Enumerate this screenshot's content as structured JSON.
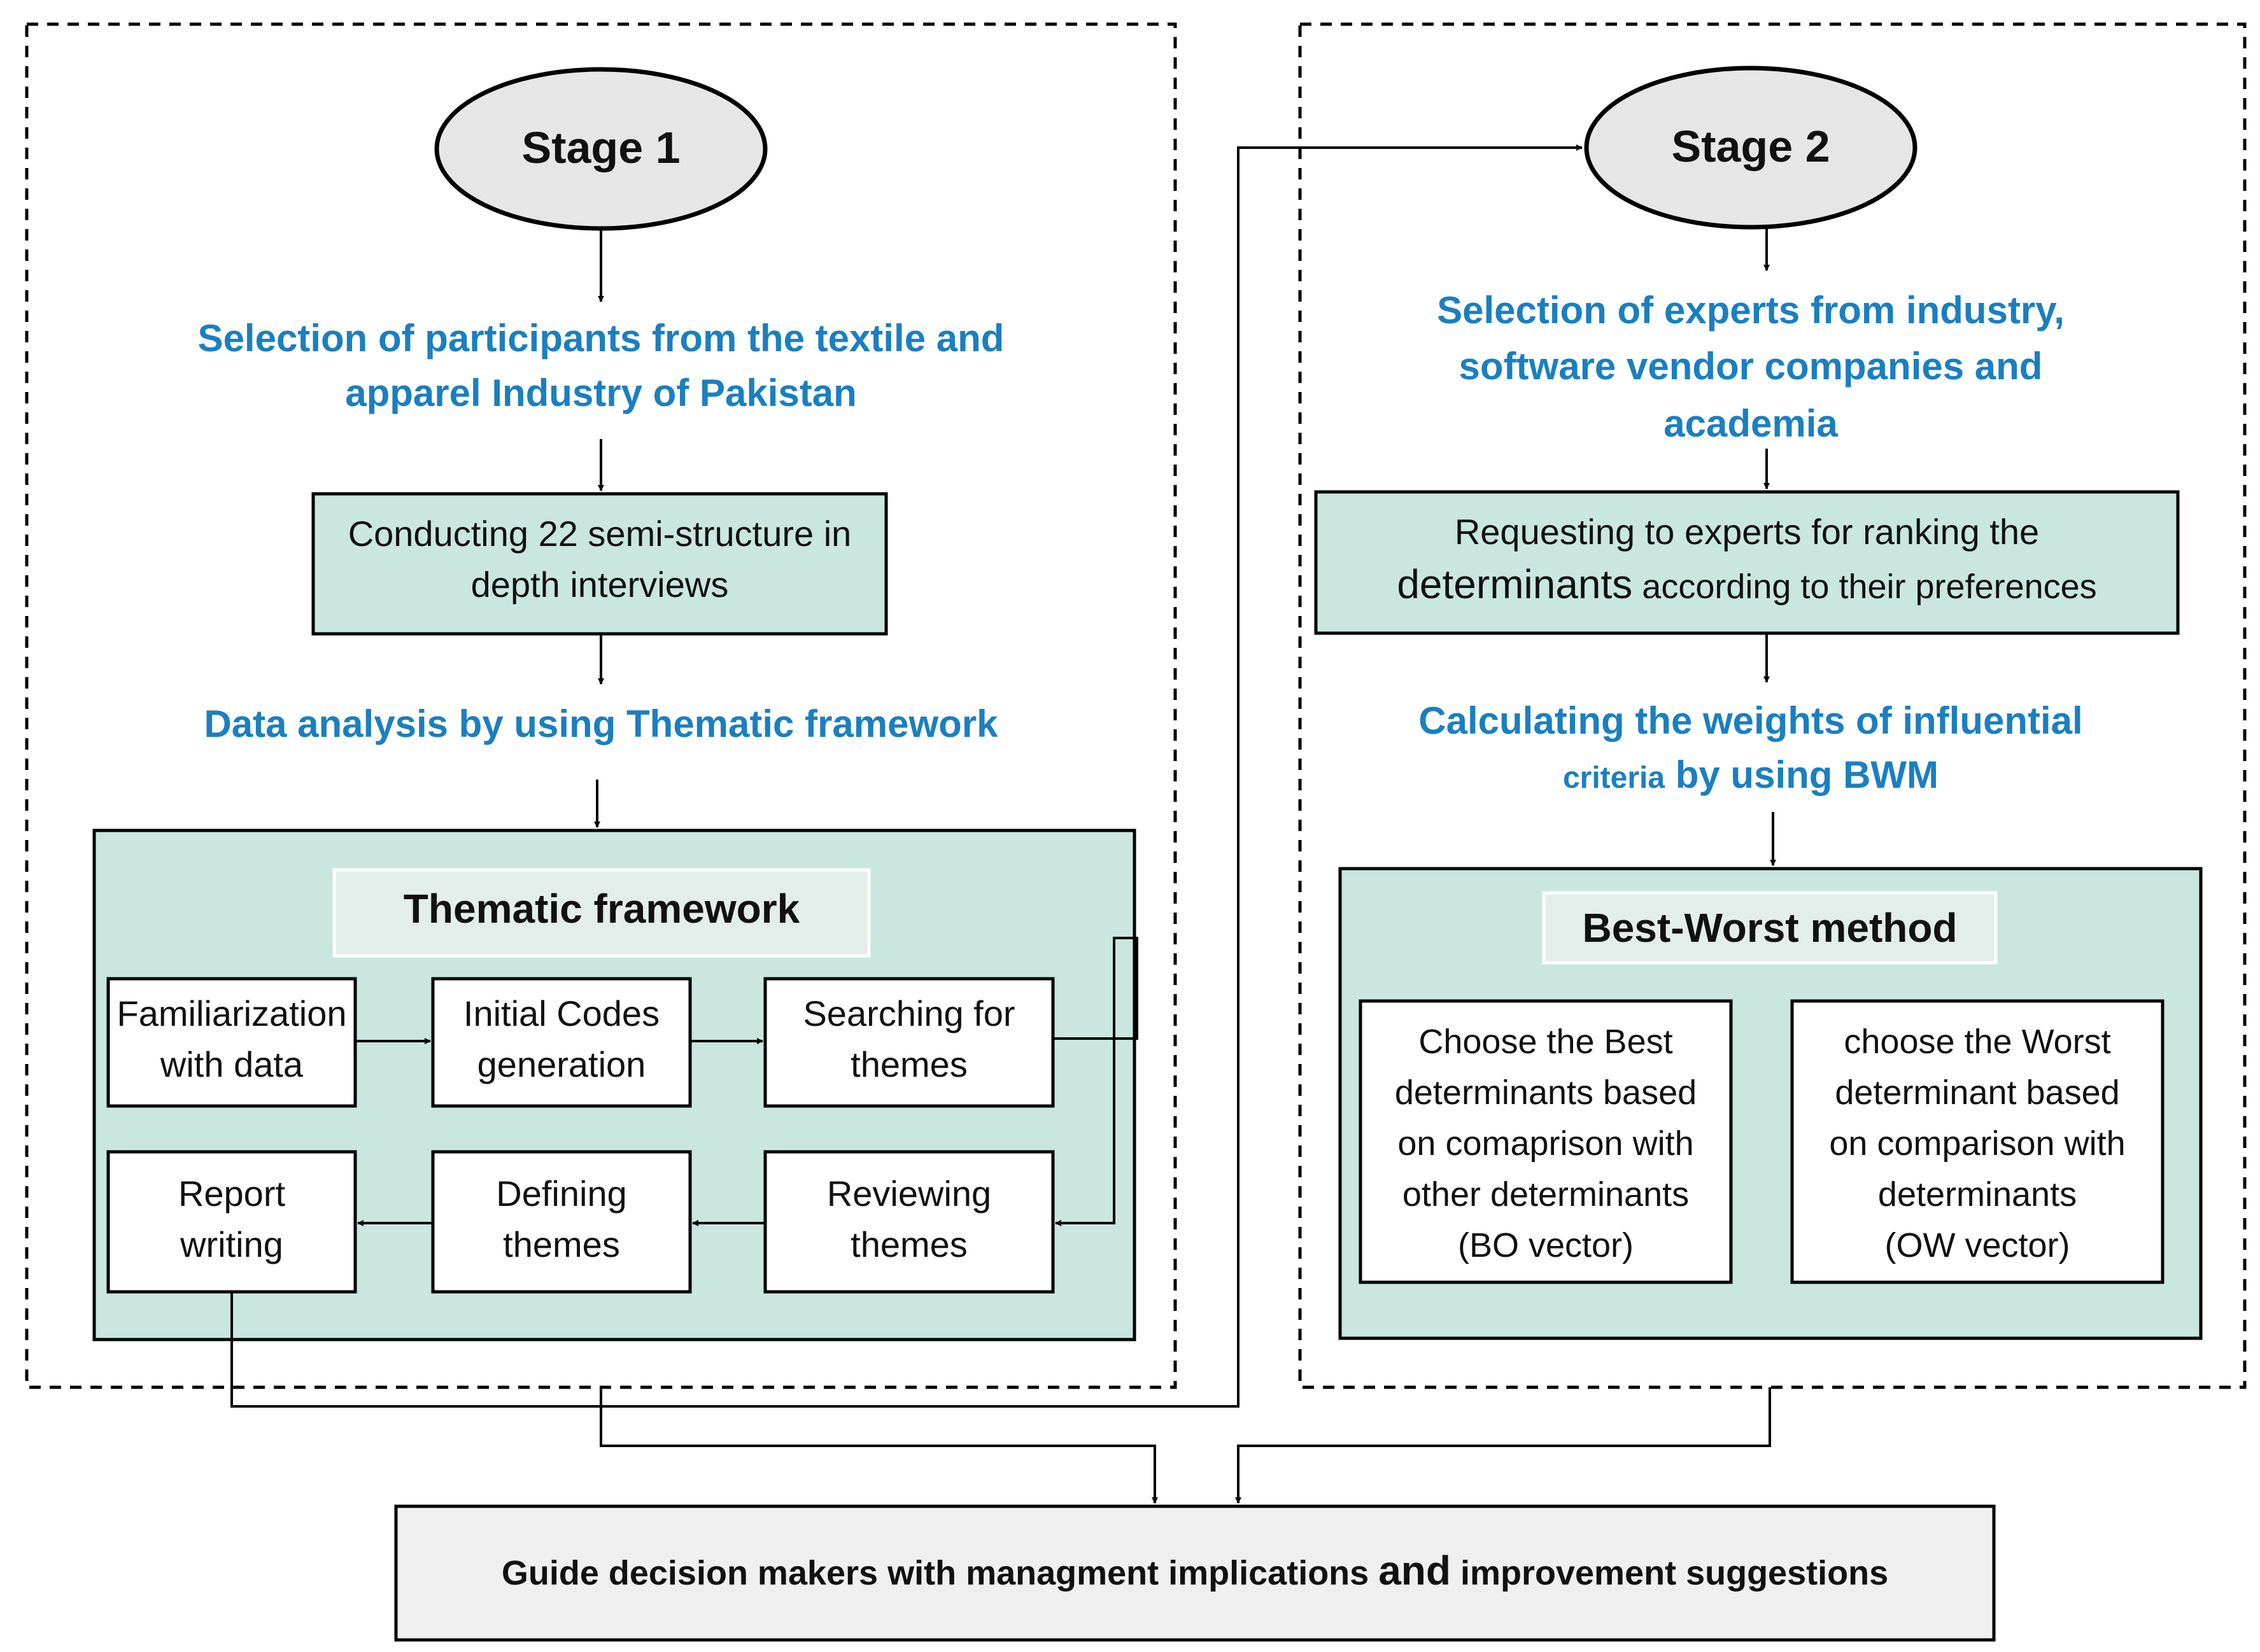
{
  "stage1": {
    "label": "Stage 1",
    "step_selection": [
      "Selection of participants from the textile and",
      "apparel Industry of Pakistan"
    ],
    "step_interviews": [
      "Conducting 22 semi-structure in",
      "depth interviews"
    ],
    "step_analysis": "Data analysis by using Thematic framework",
    "framework": {
      "title": "Thematic framework",
      "familiarization": [
        "Familiarization",
        "with data"
      ],
      "initial_codes": [
        "Initial Codes",
        "generation"
      ],
      "searching": [
        "Searching for",
        "themes"
      ],
      "reviewing": [
        "Reviewing",
        "themes"
      ],
      "defining": [
        "Defining",
        "themes"
      ],
      "report": [
        "Report",
        "writing"
      ]
    }
  },
  "stage2": {
    "label": "Stage 2",
    "step_selection": [
      "Selection of experts from industry,",
      "software vendor companies and",
      "academia"
    ],
    "step_request": {
      "line1": "Requesting to experts for ranking the",
      "line2_big": "determinants",
      "line2_rest": " according to their preferences"
    },
    "step_weights": {
      "line1": "Calculating the weights of influential",
      "line2_small": "criteria",
      "line2_rest": " by using BWM"
    },
    "bwm": {
      "title": "Best-Worst method",
      "best": [
        "Choose the Best",
        "determinants based",
        "on comaprison with",
        "other determinants",
        "(BO vector)"
      ],
      "worst": [
        "choose the Worst",
        "determinant based",
        "on comparison with",
        "determinants",
        "(OW vector)"
      ]
    }
  },
  "outcome": {
    "part1": "Guide decision makers with managment implications ",
    "part_and": "and",
    "part2": " improvement suggestions"
  },
  "colors": {
    "box_fill": "#c9e7df",
    "title_fill": "#e3eeeb",
    "accent_text": "#1a7fc0",
    "outcome_fill": "#efefef"
  }
}
